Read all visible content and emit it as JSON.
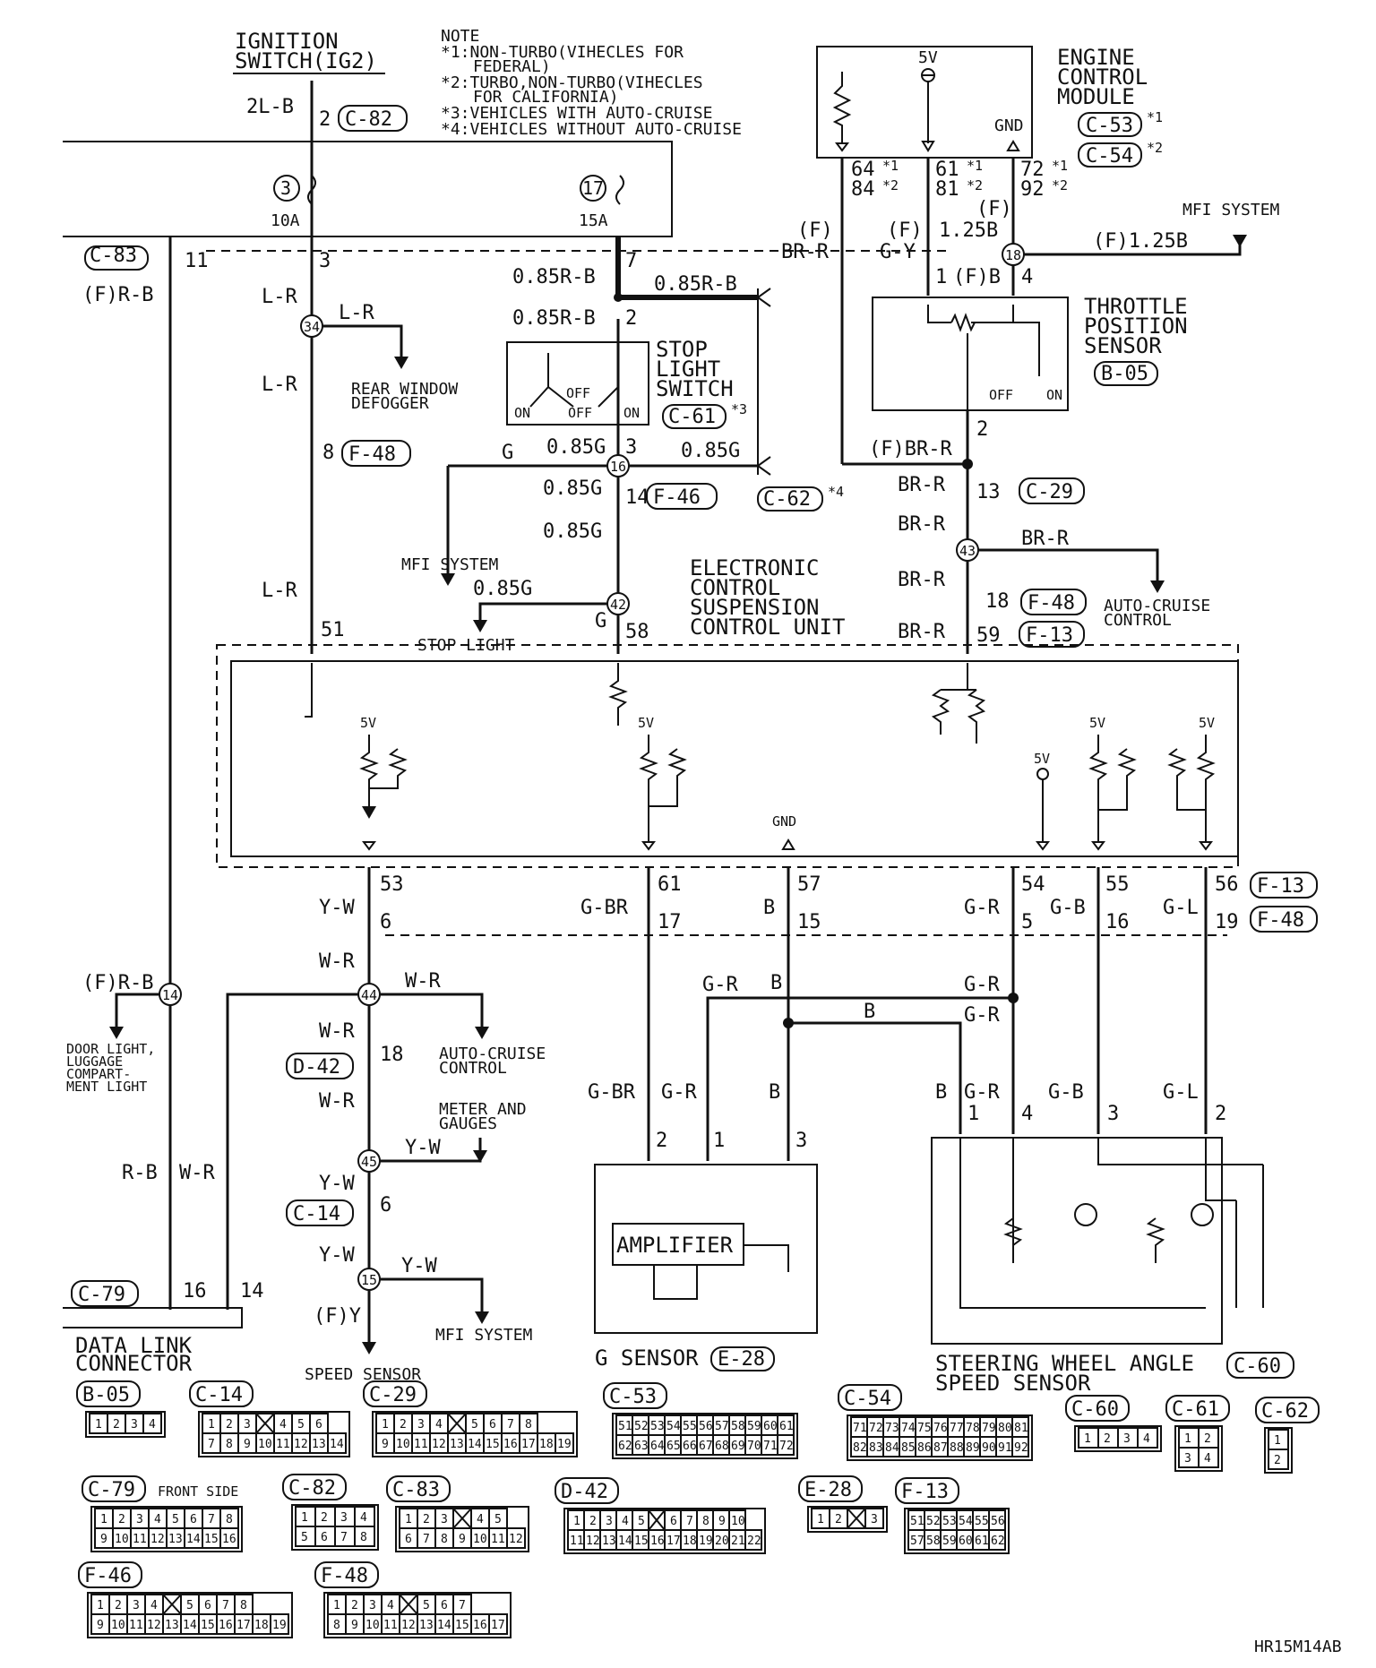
{
  "top": {
    "ignition_switch": [
      "IGNITION",
      "SWITCH(IG2)"
    ],
    "note": [
      "NOTE",
      "*1:NON-TURBO(VIHECLES FOR",
      "FEDERAL)",
      "*2:TURBO,NON-TURBO(VIHECLES",
      "FOR CALIFORNIA)",
      "*3:VEHICLES WITH AUTO-CRUISE",
      "*4:VEHICLES WITHOUT AUTO-CRUISE"
    ],
    "ecm": [
      "ENGINE",
      "CONTROL",
      "MODULE"
    ],
    "ecm_conn1": "C-53",
    "ecm_conn1_note": "*1",
    "ecm_conn2": "C-54",
    "ecm_conn2_note": "*2",
    "ecm_5v": "5V",
    "ecm_gnd": "GND"
  },
  "fuses": {
    "f3": "3",
    "f3_amp": "10A",
    "f17": "17",
    "f17_amp": "15A"
  },
  "wires": {
    "w2lb": "2L-B",
    "pin2": "2",
    "c82": "C-82",
    "c83": "C-83",
    "pin11": "11",
    "frb": "(F)R-B",
    "pin3": "3",
    "lr1": "L-R",
    "lr2": "L-R",
    "lr3": "L-R",
    "lr4": "L-R",
    "rear_window": [
      "REAR WINDOW",
      "DEFOGGER"
    ],
    "pin8": "8",
    "f48a": "F-48",
    "pin51": "51",
    "pin7": "7",
    "r85a": "0.85R-B",
    "r85b": "0.85R-B",
    "r85c": "0.85R-B",
    "pin2b": "2",
    "stop_switch": [
      "STOP",
      "LIGHT",
      "SWITCH"
    ],
    "c61": "C-61",
    "c61_note": "*3",
    "on1": "ON",
    "off1": "OFF",
    "off2": "OFF",
    "on2": "ON",
    "g": "G",
    "g85a": "0.85G",
    "pin3b": "3",
    "g85b": "0.85G",
    "c62": "C-62",
    "c62_note": "*4",
    "g85c": "0.85G",
    "pin14": "14",
    "f46": "F-46",
    "g85d": "0.85G",
    "mfi1": "MFI SYSTEM",
    "g85e": "0.85G",
    "g2": "G",
    "pin58": "58",
    "stop_light": "STOP LIGHT",
    "ecs": [
      "ELECTRONIC",
      "CONTROL",
      "SUSPENSION",
      "CONTROL UNIT"
    ],
    "e64": "64",
    "e84": "84",
    "e61": "61",
    "e81": "81",
    "e72": "72",
    "e92": "92",
    "n1": "*1",
    "n2": "*2",
    "n3": "*1",
    "n4": "*2",
    "n5": "*1",
    "n6": "*2",
    "fbrr": [
      "(F)",
      "BR-R"
    ],
    "fgy": [
      "(F)",
      "G-Y"
    ],
    "f125": [
      "(F)",
      "1.25B"
    ],
    "mfi2": "MFI SYSTEM",
    "f125b": "(F)1.25B",
    "tps_pin1": "1",
    "tps_fb": "(F)B",
    "tps_pin4": "4",
    "tps": [
      "THROTTLE",
      "POSITION",
      "SENSOR"
    ],
    "b05": "B-05",
    "tps_off": "OFF",
    "tps_on": "ON",
    "tps_pin2": "2",
    "fbrr2": "(F)BR-R",
    "brr1": "BR-R",
    "pin13": "13",
    "c29": "C-29",
    "brr2": "BR-R",
    "brr3": "BR-R",
    "brr4": "BR-R",
    "auto_cruise1": [
      "AUTO-CRUISE",
      "CONTROL"
    ],
    "pin18": "18",
    "f48b": "F-48",
    "brr5": "BR-R",
    "pin59": "59",
    "f13a": "F-13",
    "v5a": "5V",
    "v5b": "5V",
    "v5c": "5V",
    "v5d": "5V",
    "v5e": "5V",
    "gnd": "GND",
    "pin53": "53",
    "pin61": "61",
    "pin57": "57",
    "pin54": "54",
    "pin55": "55",
    "pin56": "56",
    "f13b": "F-13",
    "yw1": "Y-W",
    "pin6": "6",
    "gbr1": "G-BR",
    "pin17": "17",
    "b1": "B",
    "pin15": "15",
    "gr1": "G-R",
    "pin5": "5",
    "gb1": "G-B",
    "pin16": "16",
    "gl1": "G-L",
    "pin19": "19",
    "f48c": "F-48",
    "frb2": "(F)R-B",
    "wr1": "W-R",
    "wr2": "W-R",
    "door_light": [
      "DOOR LIGHT,",
      "LUGGAGE",
      "COMPART-",
      "MENT LIGHT"
    ],
    "wr3": "W-R",
    "d42": "D-42",
    "pin18b": "18",
    "auto_cruise2": [
      "AUTO-CRUISE",
      "CONTROL"
    ],
    "wr4": "W-R",
    "meter": [
      "METER AND",
      "GAUGES"
    ],
    "yw2": "Y-W",
    "rb": "R-B",
    "wr5": "W-R",
    "yw3": "Y-W",
    "c14": "C-14",
    "pin6b": "6",
    "yw4": "Y-W",
    "yw5": "Y-W",
    "c79": "C-79",
    "pin16b": "16",
    "pin14b": "14",
    "fy": "(F)Y",
    "mfi3": "MFI SYSTEM",
    "dlc": [
      "DATA LINK",
      "CONNECTOR"
    ],
    "speed_sensor": "SPEED SENSOR",
    "gr2": "G-R",
    "b2": "B",
    "gr3": "G-R",
    "b3": "B",
    "gr4": "G-R",
    "gbr2": "G-BR",
    "gr5": "G-R",
    "b4": "B",
    "b5": "B",
    "gr6": "G-R",
    "gb2": "G-B",
    "gl2": "G-L",
    "gs2": "2",
    "gs1": "1",
    "gs3": "3",
    "sw1": "1",
    "sw4": "4",
    "sw3": "3",
    "sw2": "2",
    "amplifier": "AMPLIFIER",
    "gsensor": "G SENSOR",
    "e28": "E-28",
    "steering": [
      "STEERING WHEEL ANGLE",
      "SPEED SENSOR"
    ],
    "c60": "C-60"
  },
  "splices": [
    "34",
    "16",
    "42",
    "18",
    "43",
    "14",
    "44",
    "45",
    "15"
  ],
  "connectors": {
    "b05": {
      "label": "B-05",
      "rows": [
        [
          "1",
          "2",
          "3",
          "4"
        ]
      ]
    },
    "c14": {
      "label": "C-14",
      "rows": [
        [
          "1",
          "2",
          "3",
          "",
          "4",
          "5",
          "6"
        ],
        [
          "7",
          "8",
          "9",
          "10",
          "11",
          "12",
          "13",
          "14"
        ]
      ]
    },
    "c29": {
      "label": "C-29",
      "rows": [
        [
          "1",
          "2",
          "3",
          "4",
          "",
          "5",
          "6",
          "7",
          "8"
        ],
        [
          "9",
          "10",
          "11",
          "12",
          "13",
          "14",
          "15",
          "16",
          "17",
          "18",
          "19"
        ]
      ]
    },
    "c53": {
      "label": "C-53",
      "rows": [
        [
          "51",
          "52",
          "53",
          "54",
          "55",
          "56",
          "57",
          "58",
          "59",
          "60",
          "61"
        ],
        [
          "62",
          "63",
          "64",
          "65",
          "66",
          "67",
          "68",
          "69",
          "70",
          "71",
          "72"
        ]
      ]
    },
    "c54": {
      "label": "C-54",
      "rows": [
        [
          "71",
          "72",
          "73",
          "74",
          "75",
          "76",
          "77",
          "78",
          "79",
          "80",
          "81"
        ],
        [
          "82",
          "83",
          "84",
          "85",
          "86",
          "87",
          "88",
          "89",
          "90",
          "91",
          "92"
        ]
      ]
    },
    "c60": {
      "label": "C-60",
      "rows": [
        [
          "1",
          "2",
          "3",
          "4"
        ]
      ]
    },
    "c61": {
      "label": "C-61",
      "rows": [
        [
          "1",
          "2"
        ],
        [
          "3",
          "4"
        ]
      ]
    },
    "c62": {
      "label": "C-62",
      "rows": [
        [
          "1"
        ],
        [
          "2"
        ]
      ]
    },
    "c79": {
      "label": "C-79",
      "note": "FRONT SIDE",
      "rows": [
        [
          "1",
          "2",
          "3",
          "4",
          "5",
          "6",
          "7",
          "8"
        ],
        [
          "9",
          "10",
          "11",
          "12",
          "13",
          "14",
          "15",
          "16"
        ]
      ]
    },
    "c82": {
      "label": "C-82",
      "rows": [
        [
          "1",
          "2",
          "3",
          "4"
        ],
        [
          "5",
          "6",
          "7",
          "8"
        ]
      ]
    },
    "c83": {
      "label": "C-83",
      "rows": [
        [
          "1",
          "2",
          "3",
          "",
          "4",
          "5"
        ],
        [
          "6",
          "7",
          "8",
          "9",
          "10",
          "11",
          "12"
        ]
      ]
    },
    "d42": {
      "label": "D-42",
      "rows": [
        [
          "1",
          "2",
          "3",
          "4",
          "5",
          "",
          "6",
          "7",
          "8",
          "9",
          "10"
        ],
        [
          "11",
          "12",
          "13",
          "14",
          "15",
          "16",
          "17",
          "18",
          "19",
          "20",
          "21",
          "22"
        ]
      ]
    },
    "e28": {
      "label": "E-28",
      "rows": [
        [
          "1",
          "2",
          "",
          "3"
        ]
      ]
    },
    "f13": {
      "label": "F-13",
      "rows": [
        [
          "51",
          "52",
          "53",
          "54",
          "55",
          "56"
        ],
        [
          "57",
          "58",
          "59",
          "60",
          "61",
          "62"
        ]
      ]
    },
    "f46": {
      "label": "F-46",
      "rows": [
        [
          "1",
          "2",
          "3",
          "4",
          "",
          "5",
          "6",
          "7",
          "8"
        ],
        [
          "9",
          "10",
          "11",
          "12",
          "13",
          "14",
          "15",
          "16",
          "17",
          "18",
          "19"
        ]
      ]
    },
    "f48": {
      "label": "F-48",
      "rows": [
        [
          "1",
          "2",
          "3",
          "4",
          "",
          "5",
          "6",
          "7"
        ],
        [
          "8",
          "9",
          "10",
          "11",
          "12",
          "13",
          "14",
          "15",
          "16",
          "17"
        ]
      ]
    }
  },
  "code": "HR15M14AB"
}
